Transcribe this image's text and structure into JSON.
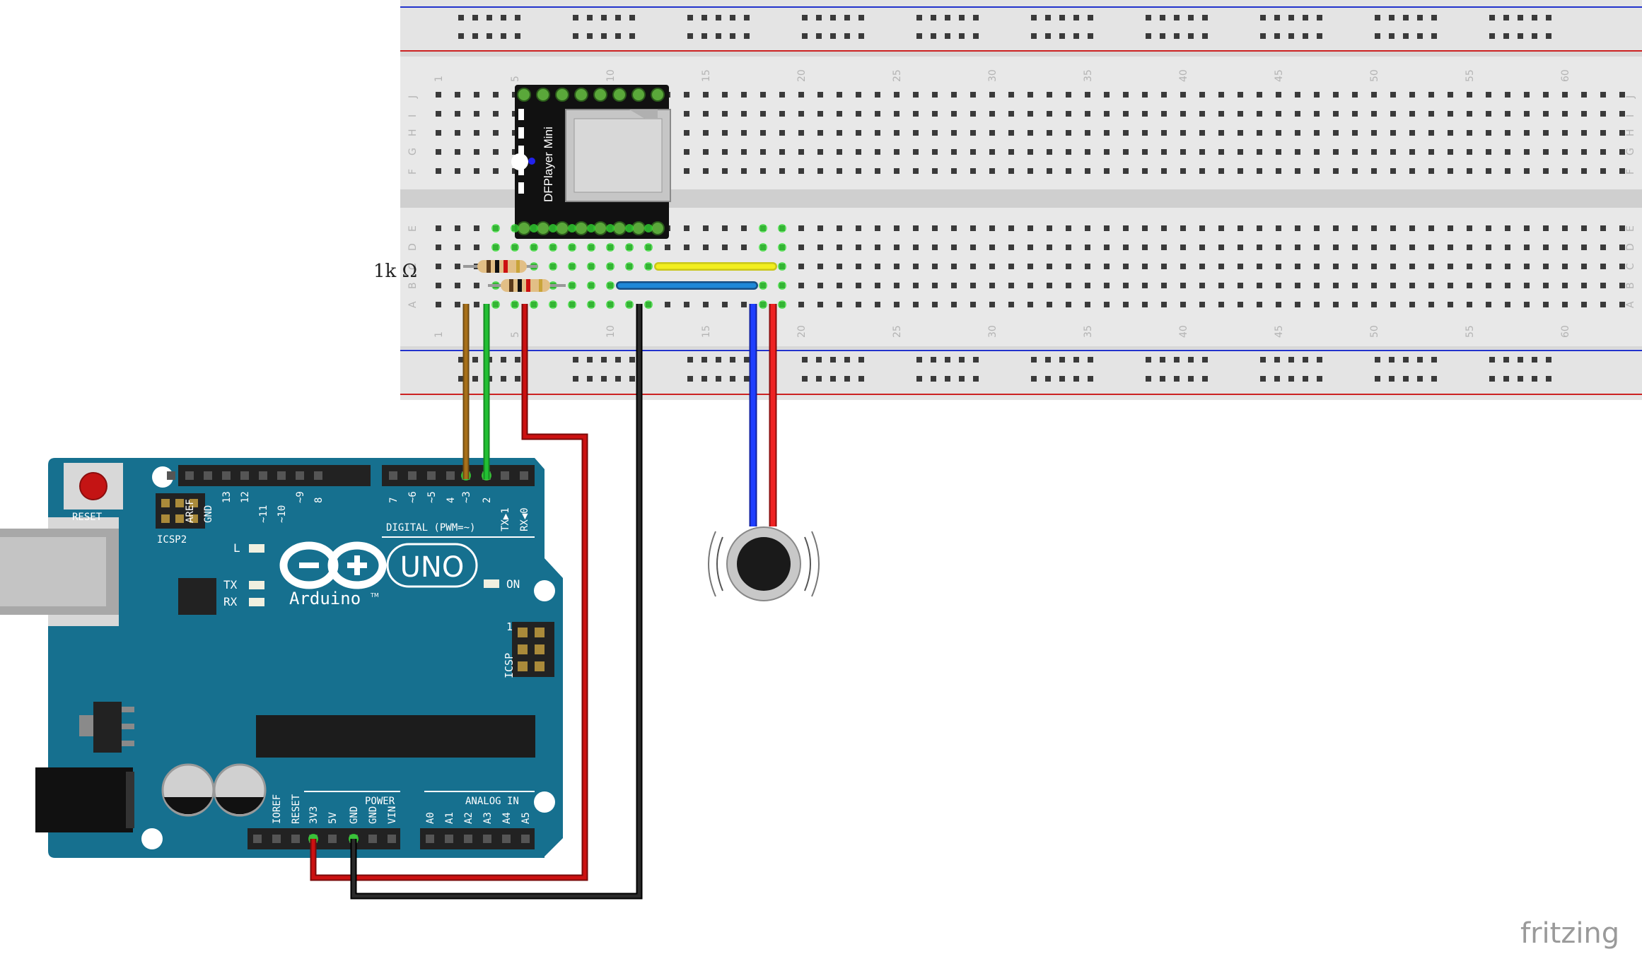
{
  "breadboard": {
    "column_numbers": [
      "1",
      "5",
      "10",
      "15",
      "20",
      "25",
      "30",
      "35",
      "40",
      "45",
      "50",
      "55",
      "60"
    ],
    "rows_top": [
      "J",
      "I",
      "H",
      "G",
      "F"
    ],
    "rows_bottom": [
      "E",
      "D",
      "C",
      "B",
      "A"
    ]
  },
  "dfplayer": {
    "label": "DFPlayer Mini"
  },
  "resistor": {
    "label": "1k Ω"
  },
  "arduino": {
    "logo_text": "Arduino",
    "model": "UNO",
    "tm": "TM",
    "reset_label": "RESET",
    "icsp2_label": "ICSP2",
    "icsp_label": "ICSP",
    "icsp_pin1": "1",
    "led_l": "L",
    "led_tx": "TX",
    "led_rx": "RX",
    "led_on": "ON",
    "digital_label": "DIGITAL (PWM=~)",
    "power_label": "POWER",
    "analog_label": "ANALOG IN",
    "header_top_left": [
      "AREF",
      "GND",
      "13",
      "12",
      "~11",
      "~10",
      "~9",
      "8"
    ],
    "header_top_right": [
      "7",
      "~6",
      "~5",
      "4",
      "~3",
      "2",
      "TX▶1",
      "RX◀0"
    ],
    "header_power": [
      "IOREF",
      "RESET",
      "3V3",
      "5V",
      "GND",
      "GND",
      "VIN"
    ],
    "header_analog": [
      "A0",
      "A1",
      "A2",
      "A3",
      "A4",
      "A5"
    ]
  },
  "watermark": "fritzing",
  "colors": {
    "board": "#16708f",
    "breadboard": "#dcdcdc",
    "wire_red": "#cc1111",
    "wire_black": "#111111",
    "wire_green": "#22c033",
    "wire_brown": "#a8701a",
    "wire_yellow": "#f2ee1e",
    "wire_blue": "#1f3fff",
    "wire_blue_jumper": "#1e88d8"
  }
}
